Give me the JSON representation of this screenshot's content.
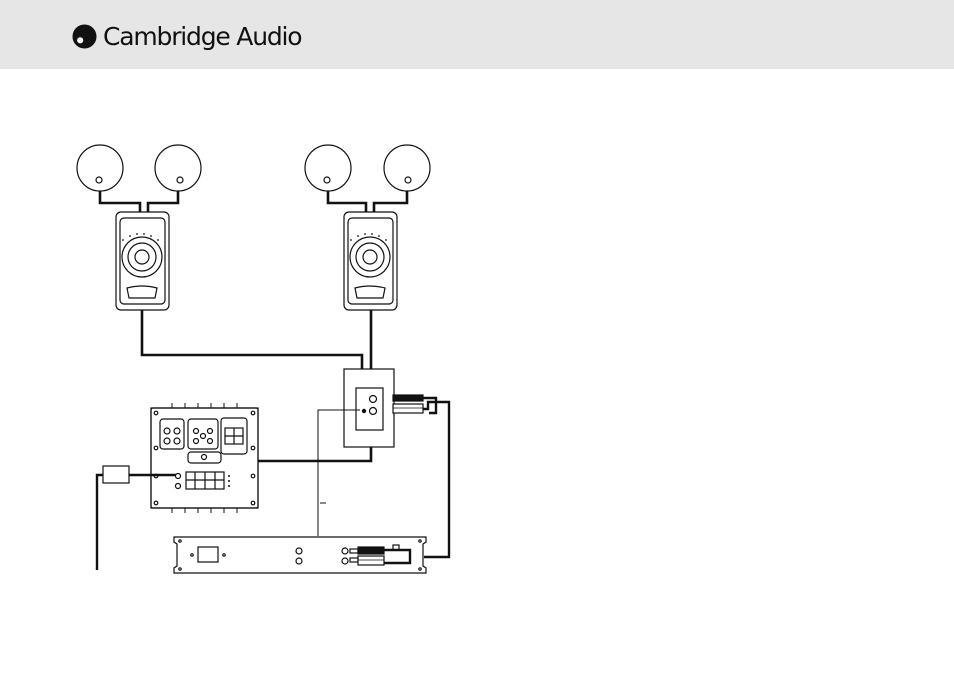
{
  "header": {
    "brand_name": "Cambridge Audio",
    "background_color": "#e6e6e6",
    "logo_icon": "cambridge-audio-logo-icon"
  },
  "diagram": {
    "description_free": true,
    "line_color": "#111111",
    "device_fill": "#ffffff",
    "speaker_count": 4,
    "keypad_count": 2
  }
}
